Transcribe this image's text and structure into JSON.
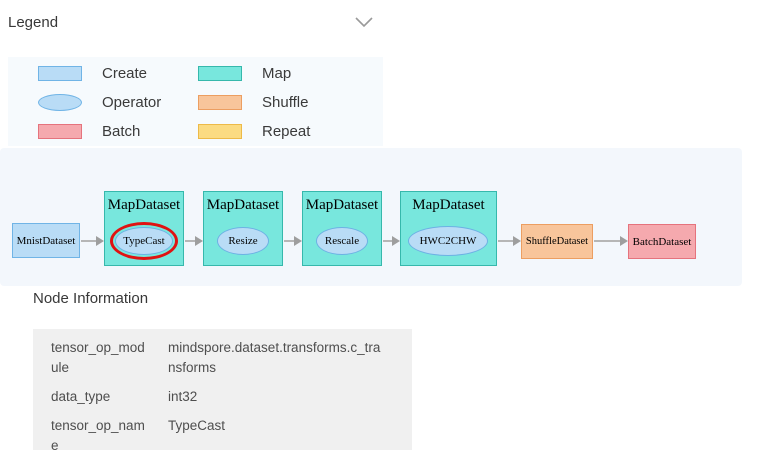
{
  "header": {
    "title": "Legend",
    "collapse_icon": "chevron-down"
  },
  "legend": {
    "items": [
      {
        "label": "Create",
        "shape": "rect",
        "fill": "#b9dcf6",
        "border": "#70b4e6"
      },
      {
        "label": "Map",
        "shape": "rect",
        "fill": "#78e7dd",
        "border": "#36b8ac"
      },
      {
        "label": "Operator",
        "shape": "ellipse",
        "fill": "#b9dcf6",
        "border": "#70b4e6"
      },
      {
        "label": "Shuffle",
        "shape": "rect",
        "fill": "#f8c59b",
        "border": "#ec9e61"
      },
      {
        "label": "Batch",
        "shape": "rect",
        "fill": "#f5a9ae",
        "border": "#e5737d"
      },
      {
        "label": "Repeat",
        "shape": "rect",
        "fill": "#fbdb82",
        "border": "#edba48"
      }
    ]
  },
  "graph": {
    "nodes": [
      {
        "label": "MnistDataset",
        "type": "create"
      },
      {
        "label": "MapDataset",
        "operator": "TypeCast",
        "type": "map",
        "selected": true
      },
      {
        "label": "MapDataset",
        "operator": "Resize",
        "type": "map"
      },
      {
        "label": "MapDataset",
        "operator": "Rescale",
        "type": "map"
      },
      {
        "label": "MapDataset",
        "operator": "HWC2CHW",
        "type": "map"
      },
      {
        "label": "ShuffleDataset",
        "type": "shuffle"
      },
      {
        "label": "BatchDataset",
        "type": "batch"
      }
    ],
    "edges": [
      [
        0,
        1
      ],
      [
        1,
        2
      ],
      [
        2,
        3
      ],
      [
        3,
        4
      ],
      [
        4,
        5
      ],
      [
        5,
        6
      ]
    ],
    "selection_ring_color": "#e01212",
    "arrow_color": "#b6b6b6"
  },
  "node_info": {
    "title": "Node Information",
    "rows": [
      {
        "key": "tensor_op_module",
        "value": "mindspore.dataset.transforms.c_transforms"
      },
      {
        "key": "data_type",
        "value": "int32"
      },
      {
        "key": "tensor_op_name",
        "value": "TypeCast"
      }
    ]
  }
}
